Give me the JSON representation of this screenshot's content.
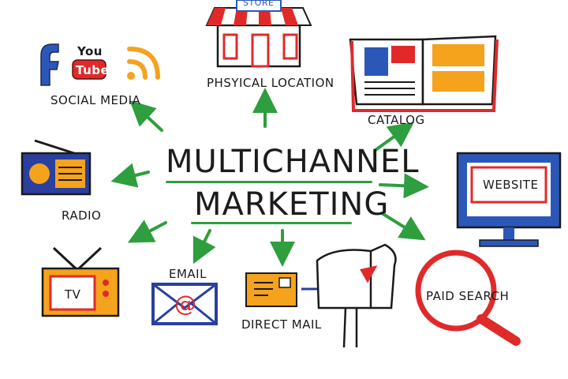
{
  "title": {
    "line1": "MULTICHANNEL",
    "line2": "MARKETING"
  },
  "channels": {
    "social_media": "SOCIAL MEDIA",
    "physical_location": "PHSYICAL LOCATION",
    "catalog": "CATALOG",
    "radio": "RADIO",
    "website": "WEBSITE",
    "tv": "TV",
    "email": "EMAIL",
    "direct_mail": "DIRECT MAIL",
    "paid_search": "PAID SEARCH"
  },
  "icon_text": {
    "youtube_top": "You",
    "youtube_bottom": "Tube",
    "store_sign": "STORE",
    "email_glyph": "@"
  },
  "colors": {
    "arrow": "#2e9e3e",
    "red": "#e02a2a",
    "blue": "#2b58b8",
    "orange": "#f5a21d",
    "navy": "#2b3f9e"
  }
}
